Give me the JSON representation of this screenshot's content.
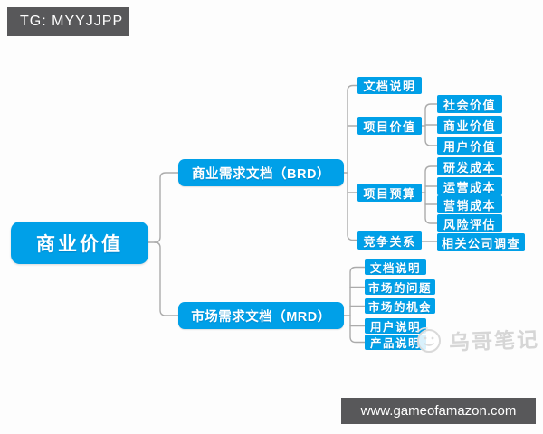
{
  "header_badge": {
    "text": "TG: MYYJJPP"
  },
  "footer_badge": {
    "text": "www.gameofamazon.com"
  },
  "watermark": {
    "logo": "smiley-circle-logo",
    "text": "乌哥笔记"
  },
  "colors": {
    "node_fill": "#00a0e8",
    "node_text": "#ffffff",
    "badge_bg": "#58585a",
    "badge_text": "#ffffff",
    "connector": "#ababab",
    "watermark_text": "#d6d6d6",
    "background": "#fdfdfd"
  },
  "mindmap": {
    "root": {
      "label": "商业价值"
    },
    "branches": [
      {
        "label": "商业需求文档（BRD）",
        "children": [
          {
            "label": "文档说明"
          },
          {
            "label": "项目价值",
            "children": [
              {
                "label": "社会价值"
              },
              {
                "label": "商业价值"
              },
              {
                "label": "用户价值"
              }
            ]
          },
          {
            "label": "项目预算",
            "children": [
              {
                "label": "研发成本"
              },
              {
                "label": "运营成本"
              },
              {
                "label": "营销成本"
              },
              {
                "label": "风险评估"
              }
            ]
          },
          {
            "label": "竞争关系",
            "children": [
              {
                "label": "相关公司调查"
              }
            ]
          }
        ]
      },
      {
        "label": "市场需求文档（MRD）",
        "children": [
          {
            "label": "文档说明"
          },
          {
            "label": "市场的问题"
          },
          {
            "label": "市场的机会"
          },
          {
            "label": "用户说明"
          },
          {
            "label": "产品说明"
          }
        ]
      }
    ]
  }
}
